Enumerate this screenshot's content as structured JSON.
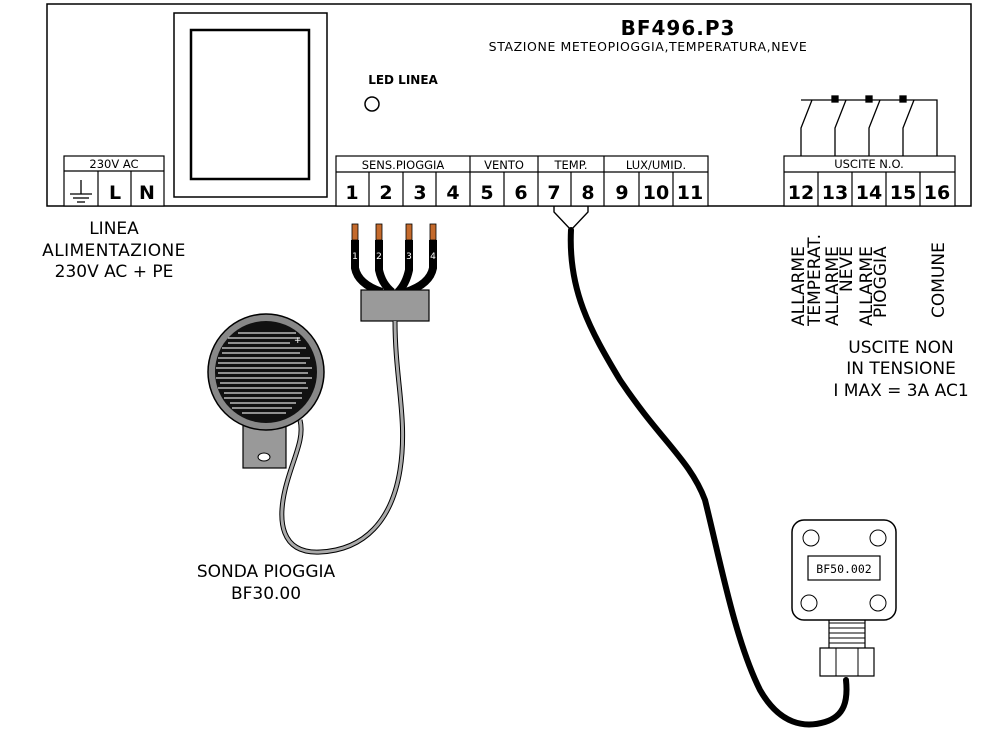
{
  "device": {
    "model": "BF496.P3",
    "description": "STAZIONE METEOPIOGGIA,TEMPERATURA,NEVE",
    "led_label": "LED LINEA"
  },
  "power_block": {
    "header": "230V AC",
    "terminals": [
      "L",
      "N"
    ],
    "ground_icon": "ground-icon"
  },
  "terminal_groups": [
    {
      "label": "SENS.PIOGGIA",
      "terminals": [
        "1",
        "2",
        "3",
        "4"
      ]
    },
    {
      "label": "VENTO",
      "terminals": [
        "5",
        "6"
      ]
    },
    {
      "label": "TEMP.",
      "terminals": [
        "7",
        "8"
      ]
    },
    {
      "label": "LUX/UMID.",
      "terminals": [
        "9",
        "10",
        "11"
      ]
    }
  ],
  "outputs_block": {
    "header": "USCITE N.O.",
    "terminals": [
      "12",
      "13",
      "14",
      "15",
      "16"
    ]
  },
  "power_caption": [
    "LINEA",
    "ALIMENTAZIONE",
    "230V AC + PE"
  ],
  "output_labels": [
    [
      "ALLARME",
      "TEMPERAT."
    ],
    [
      "ALLARME",
      "NEVE"
    ],
    [
      "ALLARME",
      "PIOGGIA"
    ],
    [
      "COMUNE"
    ]
  ],
  "outputs_note": [
    "USCITE NON",
    "IN TENSIONE",
    "I MAX = 3A AC1"
  ],
  "rain_sensor": {
    "wire_numbers": [
      "1",
      "2",
      "3",
      "4"
    ],
    "caption": [
      "SONDA PIOGGIA",
      "BF30.00"
    ]
  },
  "temp_probe": {
    "label": "BF50.002"
  },
  "colors": {
    "ink": "#000000",
    "background": "#ffffff",
    "sensor_body": "#999999",
    "wire_gray": "#aaaaaa",
    "copper": "#c46a2c"
  }
}
